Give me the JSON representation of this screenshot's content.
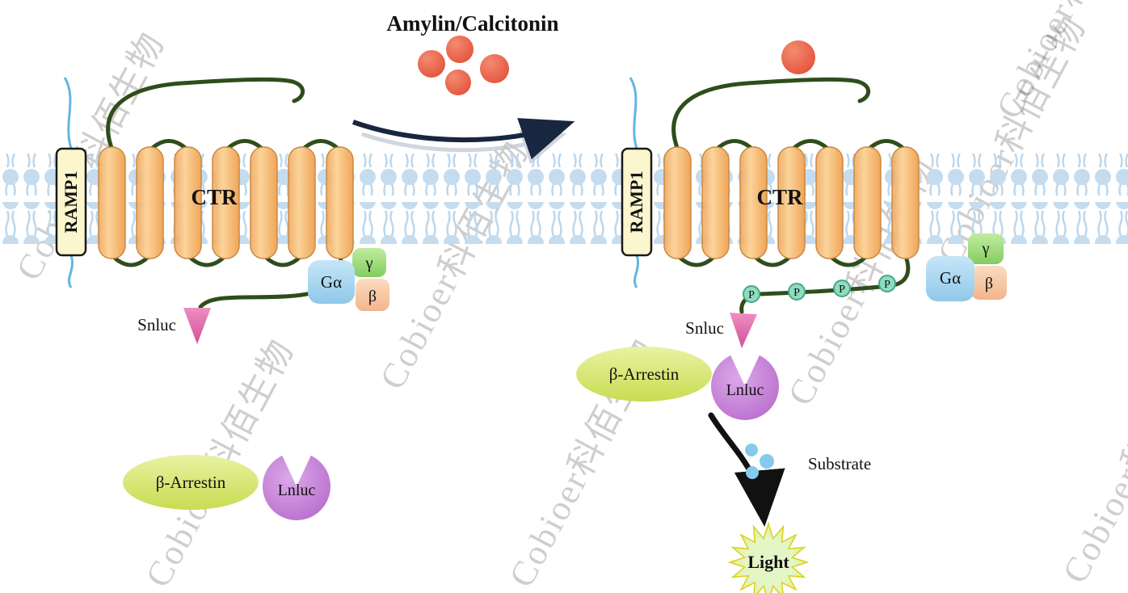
{
  "title": "Amylin/Calcitonin",
  "watermark": {
    "text": "Cobioer科佰生物"
  },
  "labels": {
    "ramp1": "RAMP1",
    "receptor": "CTR",
    "g_alpha": "Gα",
    "g_gamma": "γ",
    "g_beta": "β",
    "snluc": "Snluc",
    "lnluc": "Lnluc",
    "arrestin": "β-Arrestin",
    "phospho": "P",
    "substrate": "Substrate",
    "light": "Light"
  },
  "colors": {
    "membrane_head": "#C5DCEF",
    "membrane_tail": "#BCD7EC",
    "helix_light": "#FBD49A",
    "helix_dark": "#F0A558",
    "helix_stroke": "#C98A45",
    "loop_green": "#2E4D1B",
    "ramp1_fill": "#FBF6CE",
    "ramp1_tail_blue": "#62B6E4",
    "ligand_light": "#F28B70",
    "ligand_dark": "#E4513A",
    "galpha_light": "#C6E6F8",
    "galpha_dark": "#90C8E8",
    "gamma_light": "#C0EC9E",
    "gamma_dark": "#84CC62",
    "gbeta_light": "#FBDCC0",
    "gbeta_dark": "#F2B58C",
    "snluc_light": "#EE8EC2",
    "snluc_dark": "#D4509A",
    "lnluc_light": "#DCA8EA",
    "lnluc_dark": "#B569C9",
    "arrestin_light": "#E9F2A2",
    "arrestin_dark": "#C8DC52",
    "phospho_fill": "#8FDCC0",
    "phospho_stroke": "#46A886",
    "substrate_blue": "#84CAEC",
    "arrow_navy": "#18263F",
    "arrow_gray": "#C2C8D2",
    "arrow_black": "#111111",
    "light_center": "#E4F5C6",
    "light_edge": "#F0EC3E",
    "light_text": "#1C8A1C",
    "ctr_text": "#4F4F4F",
    "watermark": "#8C8C8C"
  }
}
